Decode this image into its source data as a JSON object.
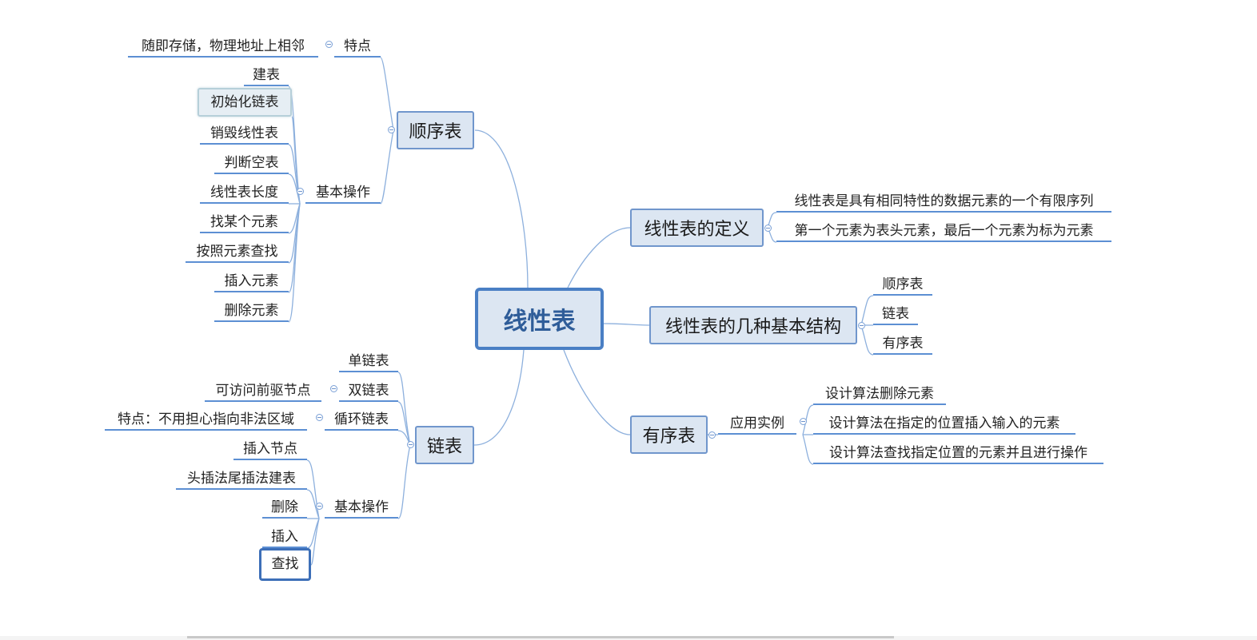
{
  "colors": {
    "topic_fill": "#dce6f2",
    "topic_border": "#7096cc",
    "central_border": "#4a7fc4",
    "central_text": "#2f5d99",
    "underline": "#5c8fd3",
    "link": "#8db0dd"
  },
  "central": {
    "label": "线性表"
  },
  "topics": {
    "seq": {
      "label": "顺序表",
      "feature": {
        "label": "特点",
        "detail": "随即存储，物理地址上相邻"
      },
      "ops": {
        "label": "基本操作",
        "items": [
          "建表",
          "初始化链表",
          "销毁线性表",
          "判断空表",
          "线性表长度",
          "找某个元素",
          "按照元素查找",
          "插入元素",
          "删除元素"
        ]
      }
    },
    "linked": {
      "label": "链表",
      "single": {
        "label": "单链表"
      },
      "double": {
        "label": "双链表",
        "detail": "可访问前驱节点"
      },
      "circular": {
        "label": "循环链表",
        "detail": "特点：不用担心指向非法区域"
      },
      "ops": {
        "label": "基本操作",
        "items": [
          "插入节点",
          "头插法尾插法建表",
          "删除",
          "插入",
          "查找"
        ]
      }
    },
    "definition": {
      "label": "线性表的定义",
      "items": [
        "线性表是具有相同特性的数据元素的一个有限序列",
        "第一个元素为表头元素，最后一个元素为标为元素"
      ]
    },
    "structures": {
      "label": "线性表的几种基本结构",
      "items": [
        "顺序表",
        "链表",
        "有序表"
      ]
    },
    "ordered": {
      "label": "有序表",
      "app": {
        "label": "应用实例",
        "items": [
          "设计算法删除元素",
          "设计算法在指定的位置插入输入的元素",
          "设计算法查找指定位置的元素并且进行操作"
        ]
      }
    }
  }
}
